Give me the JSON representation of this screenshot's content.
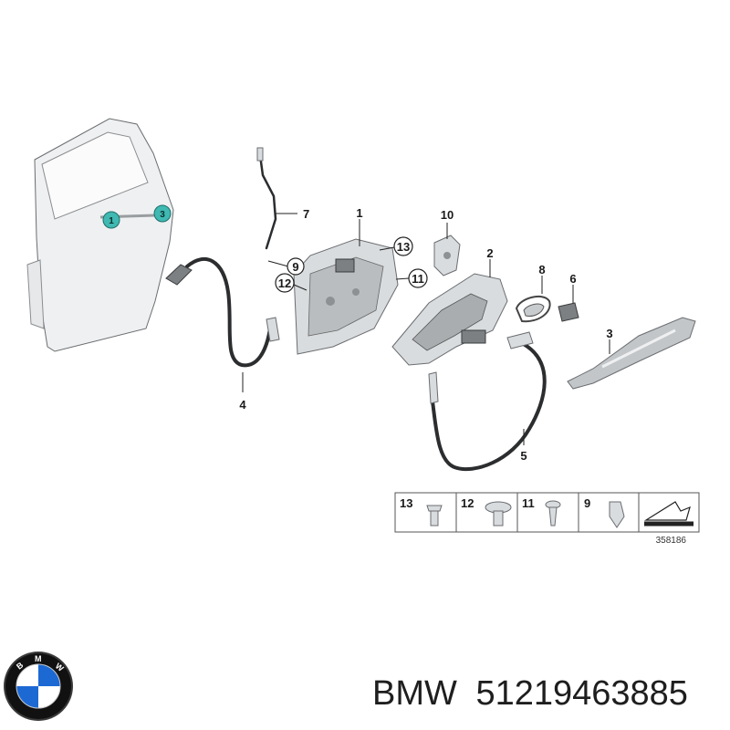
{
  "callouts": {
    "c1": "1",
    "c2": "2",
    "c3": "3",
    "c4": "4",
    "c5": "5",
    "c6": "6",
    "c7": "7",
    "c8": "8",
    "c9": "9",
    "c10": "10",
    "c11": "11",
    "c12": "12",
    "c13": "13",
    "door_marker_1": "1",
    "door_marker_3": "3"
  },
  "legend": {
    "items": [
      "13",
      "12",
      "11",
      "9"
    ]
  },
  "reference_number": "358186",
  "caption": {
    "brand": "BMW",
    "part_number": "51219463885"
  },
  "colors": {
    "marker_teal": "#3fb9b2",
    "part_grey": "#d9dcde",
    "line": "#222222"
  },
  "logo": {
    "text_letters": "BMW",
    "colors": [
      "#1c69d4",
      "#ffffff",
      "#111111"
    ]
  }
}
